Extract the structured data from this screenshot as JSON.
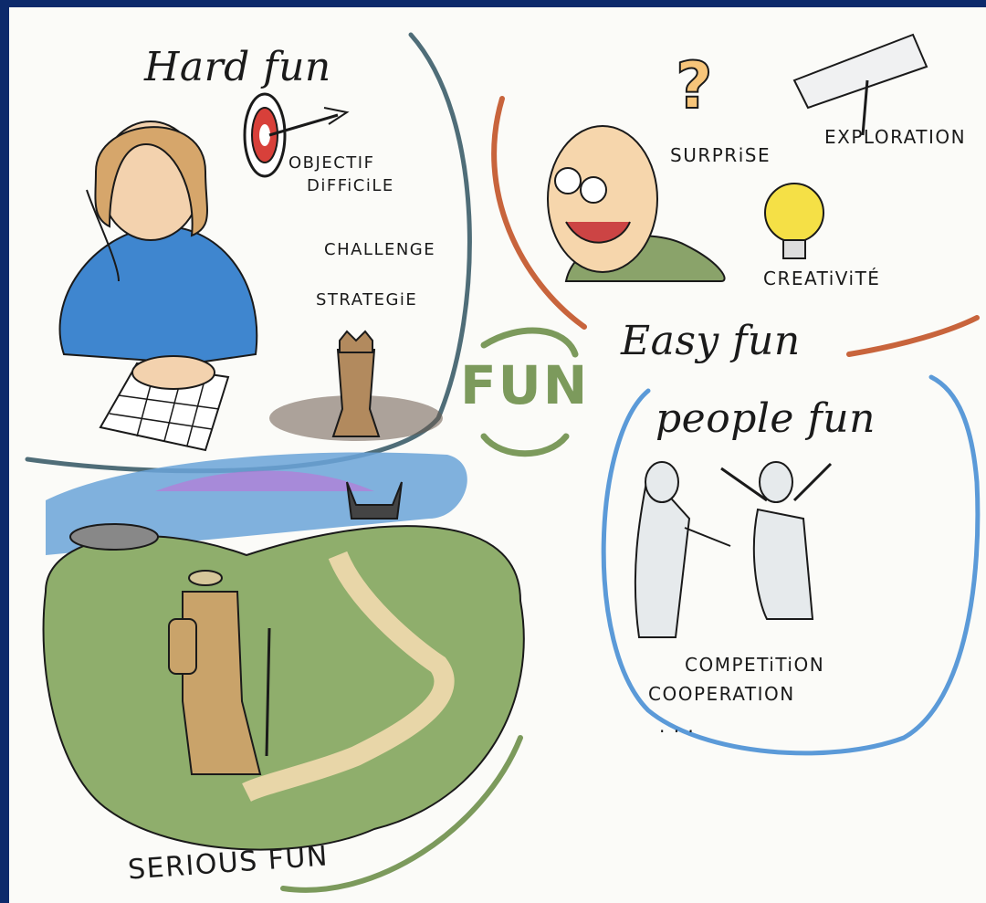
{
  "titles": {
    "hard_fun": "Hard fun",
    "easy_fun": "Easy fun",
    "people_fun": "people fun",
    "serious_fun": "SERIOUS FUN",
    "center": "FUN"
  },
  "hard_fun_words": {
    "objectif": "OBJECTIF",
    "difficile": "DiFFiCiLE",
    "challenge": "CHALLENGE",
    "strategie": "STRATEGiE"
  },
  "easy_fun_words": {
    "surprise": "SURPRiSE",
    "exploration": "EXPLORATION",
    "creativite": "CREATiViTÉ"
  },
  "people_fun_words": {
    "competition": "COMPETiTiON",
    "cooperation": "COOPERATION",
    "ellipsis": ". . ."
  },
  "colors": {
    "background": "#0d2a6b",
    "paper": "#fbfbf8",
    "hard_fun_circle": "#4f6d78",
    "easy_fun_circle": "#c8643c",
    "people_fun_circle": "#5b9ad8",
    "serious_fun_circle": "#7c9a5c"
  },
  "icons": [
    "target-icon",
    "question-mark-icon",
    "telescope-icon",
    "lightbulb-icon",
    "chess-queen-icon"
  ]
}
